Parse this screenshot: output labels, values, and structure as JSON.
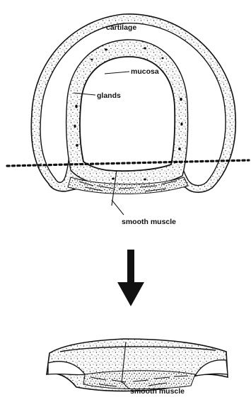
{
  "labels": {
    "cartilage": "cartilage",
    "mucosa": "mucosa",
    "glands": "glands",
    "smooth_muscle_top": "smooth muscle",
    "smooth_muscle_bottom": "smooth muscle"
  },
  "colors": {
    "ink": "#111111",
    "background": "#ffffff",
    "stipple": "#333333"
  },
  "icons": {
    "arrow": "down-arrow-icon",
    "cut_line": "dotted-cut-line"
  }
}
